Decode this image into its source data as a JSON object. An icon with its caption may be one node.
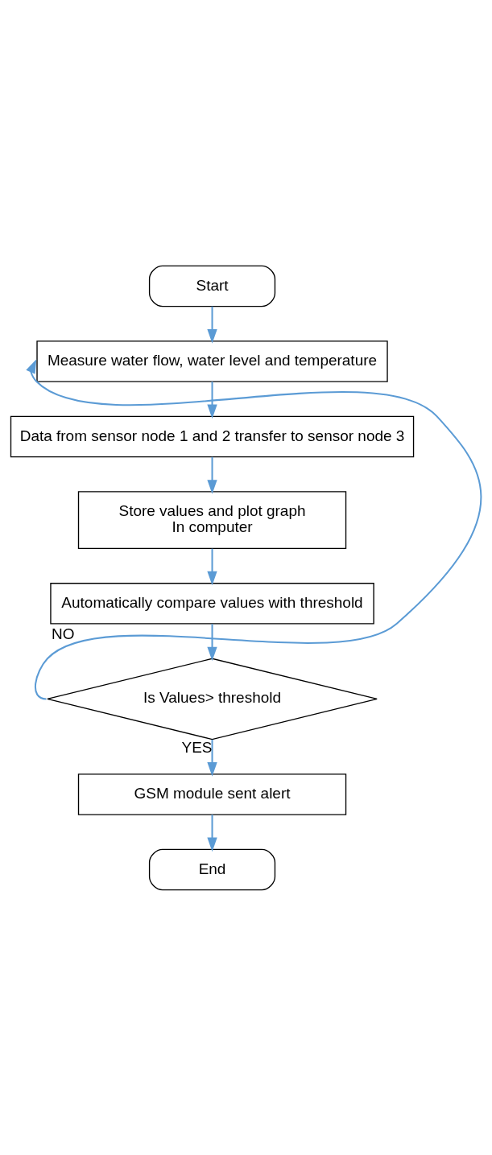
{
  "diagram": {
    "nodes": [
      {
        "text": [
          "Start"
        ]
      },
      {
        "text": [
          "Measure water flow, water level and temperature"
        ]
      },
      {
        "text": [
          "Data from sensor node 1 and 2 transfer to sensor node 3"
        ]
      },
      {
        "text": [
          "Store values and plot graph",
          "In computer"
        ]
      },
      {
        "text": [
          "Automatically compare values with threshold"
        ]
      },
      {
        "text": [
          "Is Values> threshold"
        ]
      },
      {
        "text": [
          "GSM module sent alert"
        ]
      },
      {
        "text": [
          "End"
        ]
      }
    ],
    "edges": [
      {
        "from": 0,
        "to": 1,
        "arrow": "to"
      },
      {
        "from": 1,
        "to": 2,
        "arrow": "to"
      },
      {
        "from": 2,
        "to": 3,
        "arrow": "to"
      },
      {
        "from": 3,
        "to": 4,
        "arrow": "to"
      },
      {
        "from": 4,
        "to": 5,
        "arrow": "to"
      },
      {
        "from": 5,
        "to": 1,
        "arrow": "to",
        "label": "NO"
      },
      {
        "from": 5,
        "to": 6,
        "arrow": "to",
        "label": "YES"
      },
      {
        "from": 6,
        "to": 7,
        "arrow": "to"
      }
    ]
  }
}
